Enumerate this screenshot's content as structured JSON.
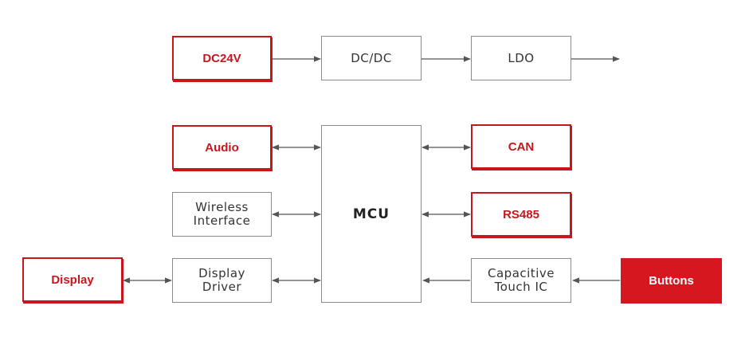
{
  "blocks": {
    "dc24v": "DC24V",
    "dcdc": "DC/DC",
    "ldo": "LDO",
    "audio": "Audio",
    "mcu": "MCU",
    "can": "CAN",
    "wireless": "Wireless\nInterface",
    "rs485": "RS485",
    "display": "Display",
    "display_driver": "Display\nDriver",
    "touch_ic": "Capacitive\nTouch IC",
    "buttons": "Buttons"
  },
  "colors": {
    "accent": "#c8161d",
    "line": "#555555",
    "border": "#8a8a8a"
  }
}
